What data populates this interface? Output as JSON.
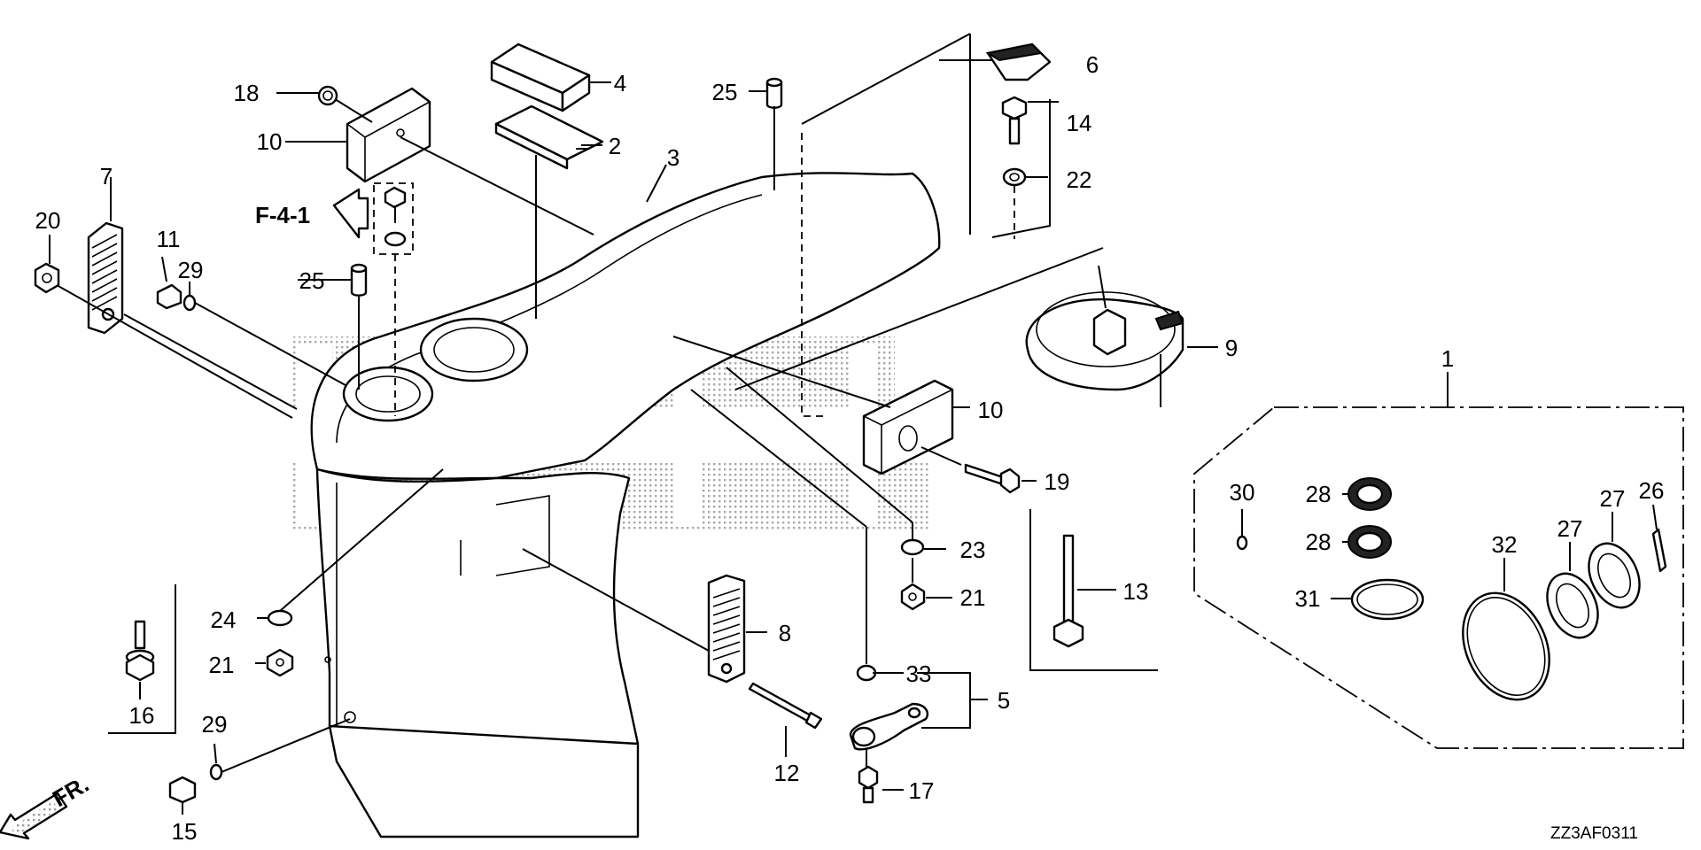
{
  "labels": {
    "p1": "1",
    "p2": "2",
    "p3": "3",
    "p4": "4",
    "p5": "5",
    "p6": "6",
    "p7": "7",
    "p8": "8",
    "p9": "9",
    "p10a": "10",
    "p10b": "10",
    "p11": "11",
    "p12": "12",
    "p13": "13",
    "p14": "14",
    "p15": "15",
    "p16": "16",
    "p17": "17",
    "p18": "18",
    "p19": "19",
    "p20": "20",
    "p21a": "21",
    "p21b": "21",
    "p22": "22",
    "p23": "23",
    "p24": "24",
    "p25a": "25",
    "p25b": "25",
    "p26": "26",
    "p27a": "27",
    "p27b": "27",
    "p28a": "28",
    "p28b": "28",
    "p29a": "29",
    "p29b": "29",
    "p30": "30",
    "p31": "31",
    "p32": "32",
    "p33": "33"
  },
  "reference": "F-4-1",
  "direction": "FR.",
  "diagram_code": "ZZ3AF0311"
}
